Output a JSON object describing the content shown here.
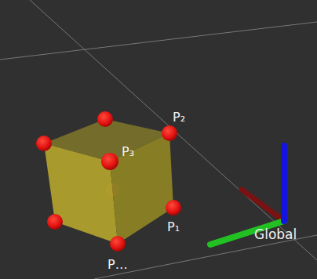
{
  "diagram": {
    "labels": [
      "P₂",
      "P₃",
      "P₁",
      "P…",
      "Global"
    ]
  }
}
